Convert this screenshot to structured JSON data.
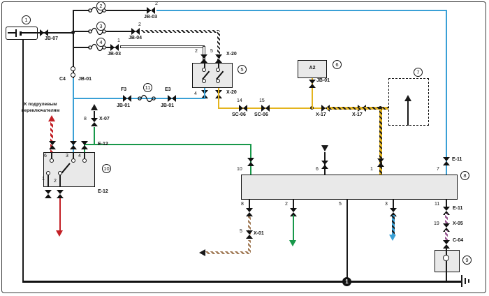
{
  "diagram": {
    "colors": {
      "blue": "#3aa0d6",
      "yellow": "#e4b41e",
      "green": "#18984a",
      "red": "#c32026",
      "purple": "#95538f",
      "brown": "#a17a56",
      "black": "#1a1a1a",
      "box-fill": "#e9e9e9"
    },
    "note": {
      "line1": "К подрулевым",
      "line2": "переключателям"
    },
    "labels": {
      "jb07": "JB-07",
      "jb03": "JB-03",
      "jb04": "JB-04",
      "jb01": "JB-01",
      "c4": "C4",
      "x20": "X-20",
      "x07": "X-07",
      "e12": "E-12",
      "sc06": "SC-06",
      "x17": "X-17",
      "e11": "E-11",
      "x01": "X-01",
      "x05": "X-05",
      "c04": "C-04",
      "f3": "F3",
      "e3": "E3",
      "a2": "A2"
    },
    "pins": {
      "n1": "1",
      "n2": "2",
      "n3": "3",
      "n4": "4",
      "n5": "5",
      "n6": "6",
      "n7": "7",
      "n8": "8",
      "n10": "10",
      "n11": "11",
      "n14": "14",
      "n15": "15",
      "n19": "19"
    },
    "components": {
      "c1": "1",
      "c2": "2",
      "c3": "3",
      "c4": "4",
      "c5": "5",
      "c6": "6",
      "c7": "7",
      "c8": "8",
      "c9": "9",
      "c10": "10",
      "c11": "11"
    },
    "ground_node": "1"
  }
}
